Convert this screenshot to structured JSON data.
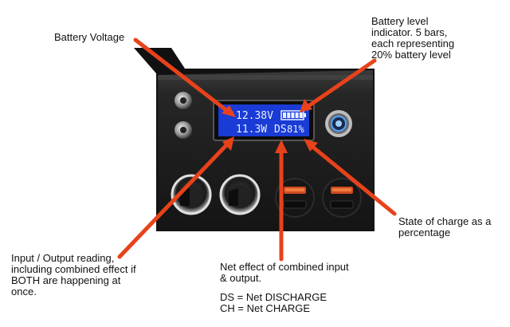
{
  "lcd": {
    "voltage": "12.38V",
    "power": "11.3W",
    "state": "DS",
    "percent": "81%",
    "bars_total": 5,
    "bars_filled": 5
  },
  "annotations": {
    "battery_voltage": "Battery Voltage",
    "battery_level": "Battery level\nindicator.  5 bars,\neach representing\n20% battery level",
    "state_of_charge": "State of charge as a\npercentage",
    "input_output": "Input / Output reading,\nincluding combined effect if\nBOTH are happening at\nonce.",
    "net_effect": "Net effect of combined input\n& output.",
    "ds_legend": "DS = Net DISCHARGE",
    "ch_legend": "CH = Net CHARGE"
  },
  "colors": {
    "arrow": "#e8421b",
    "panel": "#1f1f1f",
    "lcd": "#1a3bd6",
    "usb_accent": "#e25a2a"
  }
}
